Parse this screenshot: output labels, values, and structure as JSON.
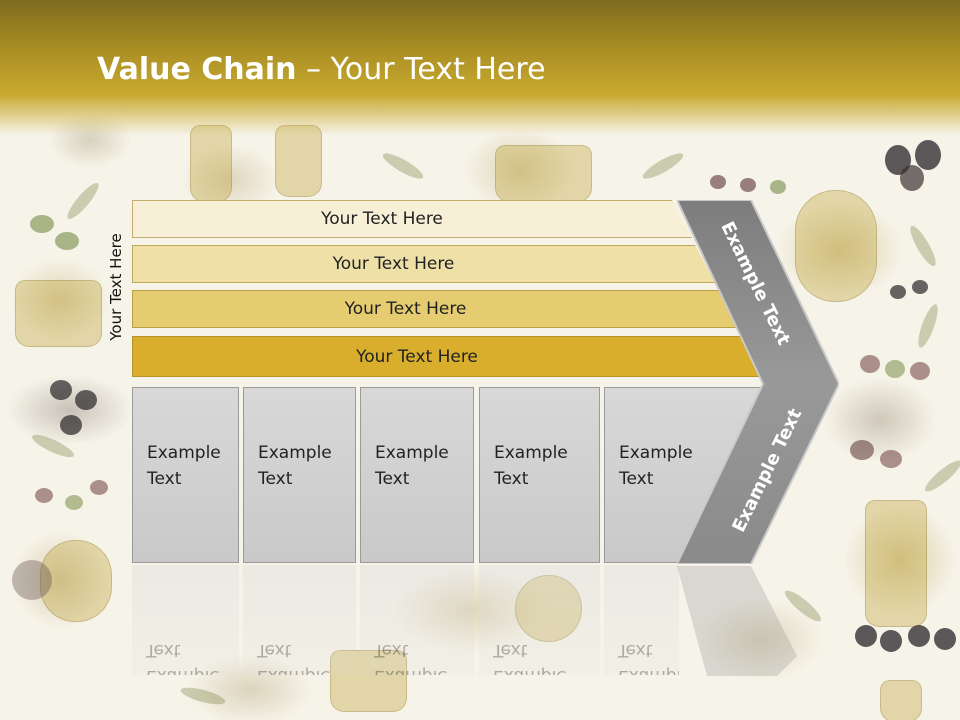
{
  "slide": {
    "title_bold": "Value Chain",
    "title_rest": " – Your Text Here",
    "side_label": "Your Text Here"
  },
  "bars": [
    {
      "label": "Your Text Here"
    },
    {
      "label": "Your Text Here"
    },
    {
      "label": "Your Text Here"
    },
    {
      "label": "Your Text Here"
    }
  ],
  "cards": [
    {
      "label": "Example\nText"
    },
    {
      "label": "Example\nText"
    },
    {
      "label": "Example\nText"
    },
    {
      "label": "Example\nText"
    },
    {
      "label": "Example\nText"
    }
  ],
  "chevron": {
    "top_label": "Example Text",
    "bottom_label": "Example Text"
  },
  "colors": {
    "header": "#a88d23",
    "bar_1": "#f7efd6",
    "bar_2": "#efe0a8",
    "bar_3": "#e6cc70",
    "bar_4": "#d8ae2c",
    "card": "#d0d0d0",
    "chevron": "#8c8c8c"
  }
}
